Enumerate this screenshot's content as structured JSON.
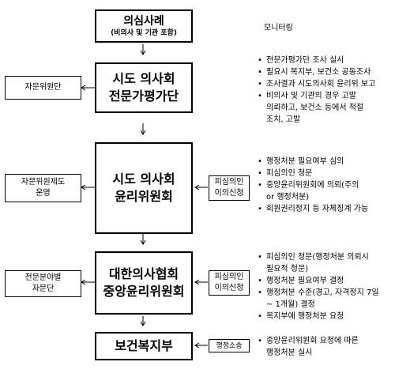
{
  "top": {
    "title": "의심사례",
    "subtitle": "(비의사 및 기관 포함)",
    "side_label": "모니터링"
  },
  "level1": {
    "main": [
      "시도 의사회",
      "전문가평가단"
    ],
    "left": [
      "자문위원단"
    ],
    "bullets": [
      {
        "text": "전문가평가단 조사 실시"
      },
      {
        "text": "필요시 복지부, 보건소 공동조사"
      },
      {
        "text": "조사결과 시도의사회 윤리위 보고"
      },
      {
        "text": "비의사 및 기관의 경우 고발"
      },
      {
        "text": "의뢰하고, 보건소 등에서 적절",
        "cont": true
      },
      {
        "text": "조치, 고발",
        "cont": true
      }
    ]
  },
  "level2": {
    "main": [
      "시도 의사회",
      "윤리위원회"
    ],
    "left": [
      "자문위원제도",
      "운영"
    ],
    "applicant": [
      "피심의인",
      "이의신청"
    ],
    "bullets": [
      {
        "text": "행정처분 필요여부 심의"
      },
      {
        "text": "피심의인 청문"
      },
      {
        "text": "중앙윤리위원회에    의뢰(주의"
      },
      {
        "text": "or 행정처분)",
        "cont": true
      },
      {
        "text": "회원권리정지 등 자체징계 가능"
      }
    ]
  },
  "level3": {
    "main": [
      "대한의사협회",
      "중앙윤리위원회"
    ],
    "left": [
      "전문분야별",
      "자문단"
    ],
    "applicant": [
      "피심의인",
      "이의신청"
    ],
    "bullets": [
      {
        "text": "피심의인 청문(행정처분 의뢰시"
      },
      {
        "text": "필요적 청문)",
        "cont": true
      },
      {
        "text": "행정처분 필요여부 결정"
      },
      {
        "text": "행정처분 수준(경고, 자격정지 7일"
      },
      {
        "text": "~ 1개월) 결정",
        "cont": true
      },
      {
        "text": "복지부에 행정처분 요청"
      }
    ]
  },
  "level4": {
    "main": [
      "보건복지부"
    ],
    "applicant": [
      "행정소송"
    ],
    "bullets": [
      {
        "text": "중앙윤리위원회 요청에 따른"
      },
      {
        "text": "행정처분 실시",
        "cont": true
      }
    ]
  }
}
